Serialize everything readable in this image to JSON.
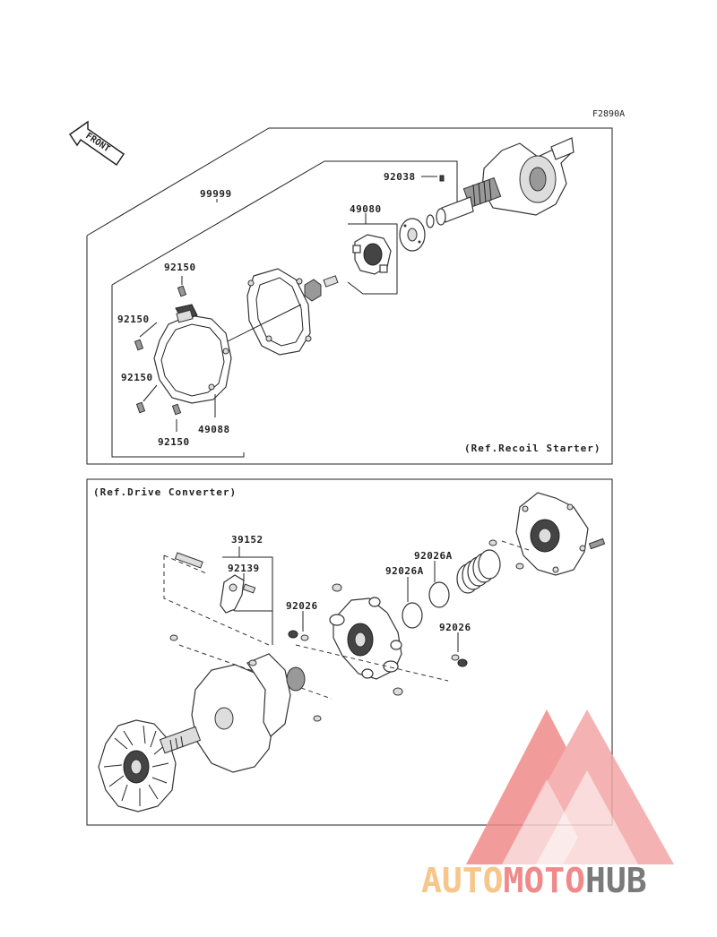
{
  "figure_code": "F2890A",
  "front_label": "FRONT",
  "upper_section": {
    "reference": "(Ref.Recoil Starter)",
    "part_numbers": {
      "assembly": "99999",
      "bolt_top": "92150",
      "bolt_left": "92150",
      "bolt_lower_left": "92150",
      "bolt_bottom": "92150",
      "recoil_cover": "49088",
      "ratchet": "49080",
      "pin": "92038"
    }
  },
  "lower_section": {
    "reference": "(Ref.Drive Converter)",
    "part_numbers": {
      "weight_set": "39152",
      "weight": "92139",
      "shim_left": "92026",
      "washer_a_left": "92026A",
      "washer_a_right": "92026A",
      "shim_right": "92026"
    }
  },
  "watermark": {
    "part1": "AUTO",
    "part2": "MOTO",
    "part3": "HUB",
    "color_orange": "#F7C68A",
    "color_red": "#F08A8A",
    "color_gray": "#7A7A7A"
  }
}
